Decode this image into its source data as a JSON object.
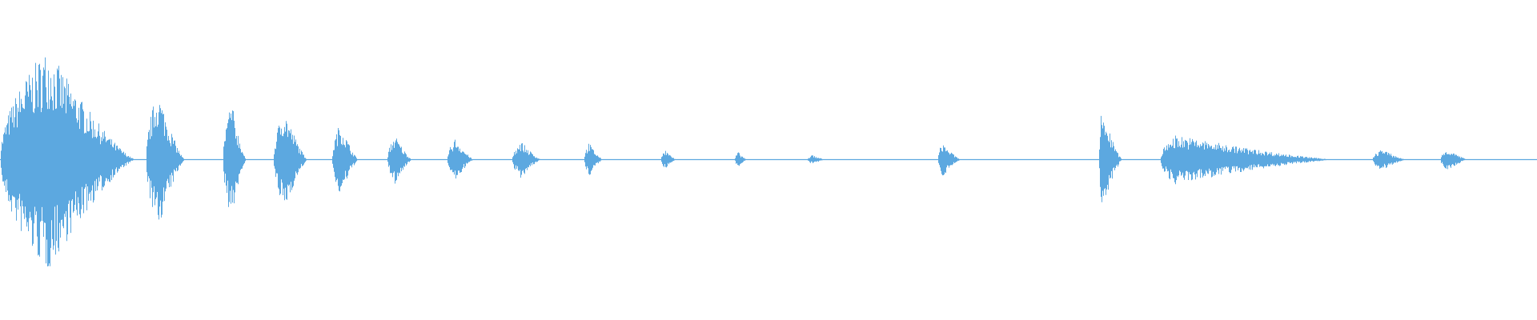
{
  "waveform": {
    "color": "#5ca8e0",
    "background": "#ffffff",
    "channels": 1,
    "segments": [
      {
        "start": 0.0,
        "end": 0.088,
        "peak": 0.72,
        "rise": 0.35
      },
      {
        "start": 0.095,
        "end": 0.12,
        "peak": 0.45,
        "rise": 0.3
      },
      {
        "start": 0.145,
        "end": 0.16,
        "peak": 0.38,
        "rise": 0.35
      },
      {
        "start": 0.178,
        "end": 0.2,
        "peak": 0.33,
        "rise": 0.3
      },
      {
        "start": 0.216,
        "end": 0.233,
        "peak": 0.24,
        "rise": 0.3
      },
      {
        "start": 0.252,
        "end": 0.268,
        "peak": 0.16,
        "rise": 0.3
      },
      {
        "start": 0.291,
        "end": 0.308,
        "peak": 0.14,
        "rise": 0.3
      },
      {
        "start": 0.333,
        "end": 0.352,
        "peak": 0.12,
        "rise": 0.3
      },
      {
        "start": 0.38,
        "end": 0.392,
        "peak": 0.11,
        "rise": 0.25
      },
      {
        "start": 0.43,
        "end": 0.44,
        "peak": 0.06,
        "rise": 0.25
      },
      {
        "start": 0.478,
        "end": 0.486,
        "peak": 0.05,
        "rise": 0.25
      },
      {
        "start": 0.525,
        "end": 0.537,
        "peak": 0.03,
        "rise": 0.3
      },
      {
        "start": 0.61,
        "end": 0.625,
        "peak": 0.11,
        "rise": 0.2
      },
      {
        "start": 0.715,
        "end": 0.73,
        "peak": 0.33,
        "rise": 0.1
      },
      {
        "start": 0.755,
        "end": 0.87,
        "peak": 0.16,
        "rise": 0.08
      },
      {
        "start": 0.893,
        "end": 0.915,
        "peak": 0.07,
        "rise": 0.25
      },
      {
        "start": 0.937,
        "end": 0.955,
        "peak": 0.07,
        "rise": 0.25
      }
    ]
  }
}
